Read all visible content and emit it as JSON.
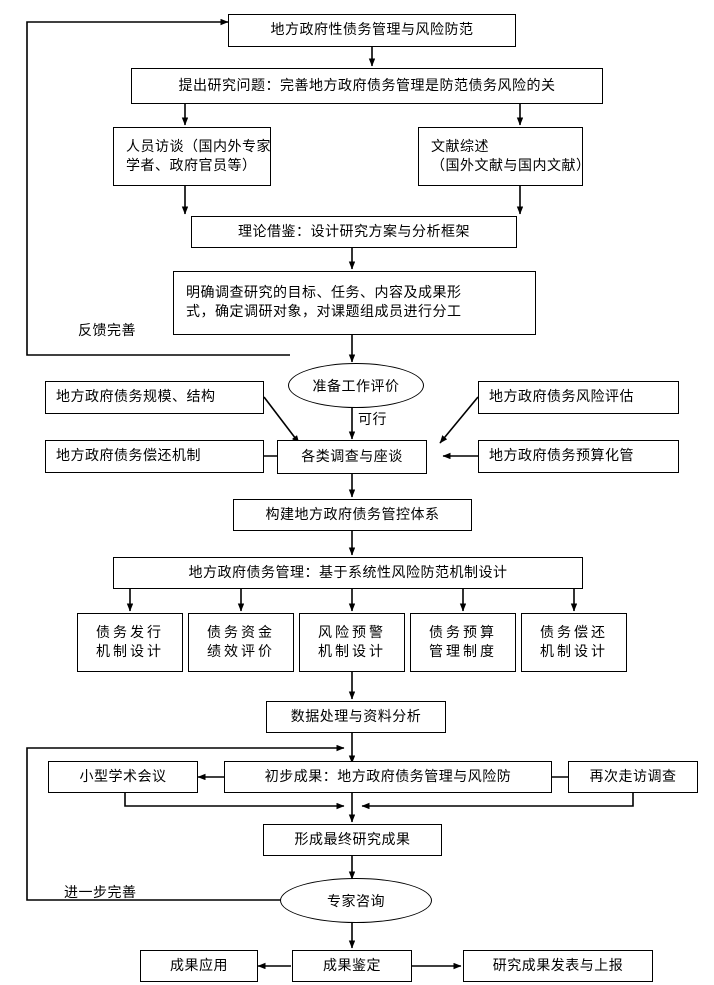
{
  "diagram": {
    "title_node": "地方政府性债务管理与风险防范",
    "research_question": "提出研究问题：完善地方政府债务管理是防范债务风险的关",
    "interview_l1": "人员访谈（国内外专家",
    "interview_l2": "学者、政府官员等）",
    "literature_l1": "文献综述",
    "literature_l2": "（国外文献与国内文献）",
    "theory": "理论借鉴：设计研究方案与分析框架",
    "clarify_l1": "明确调查研究的目标、任务、内容及成果形",
    "clarify_l2": "式，确定调研对象，对课题组成员进行分工",
    "feedback_label": "反馈完善",
    "prep_eval": "准备工作评价",
    "feasible_label": "可行",
    "scale_structure": "地方政府债务规模、结构",
    "repay_mechanism": "地方政府债务偿还机制",
    "risk_assessment": "地方政府债务风险评估",
    "budget_management": "地方政府债务预算化管",
    "surveys": "各类调查与座谈",
    "build_system": "构建地方政府债务管控体系",
    "debt_management": "地方政府债务管理：基于系统性风险防范机制设计",
    "sub_boxes": [
      {
        "l1": "债务发行",
        "l2": "机制设计"
      },
      {
        "l1": "债务资金",
        "l2": "绩效评价"
      },
      {
        "l1": "风险预警",
        "l2": "机制设计"
      },
      {
        "l1": "债务预算",
        "l2": "管理制度"
      },
      {
        "l1": "债务偿还",
        "l2": "机制设计"
      }
    ],
    "data_analysis": "数据处理与资料分析",
    "small_conference": "小型学术会议",
    "preliminary_result": "初步成果：地方政府债务管理与风险防",
    "revisit_survey": "再次走访调查",
    "final_result": "形成最终研究成果",
    "further_improve_label": "进一步完善",
    "expert_consult": "专家咨询",
    "result_application": "成果应用",
    "result_appraisal": "成果鉴定",
    "publish_report": "研究成果发表与上报"
  },
  "colors": {
    "stroke": "#000000",
    "background": "#ffffff",
    "text": "#000000"
  }
}
